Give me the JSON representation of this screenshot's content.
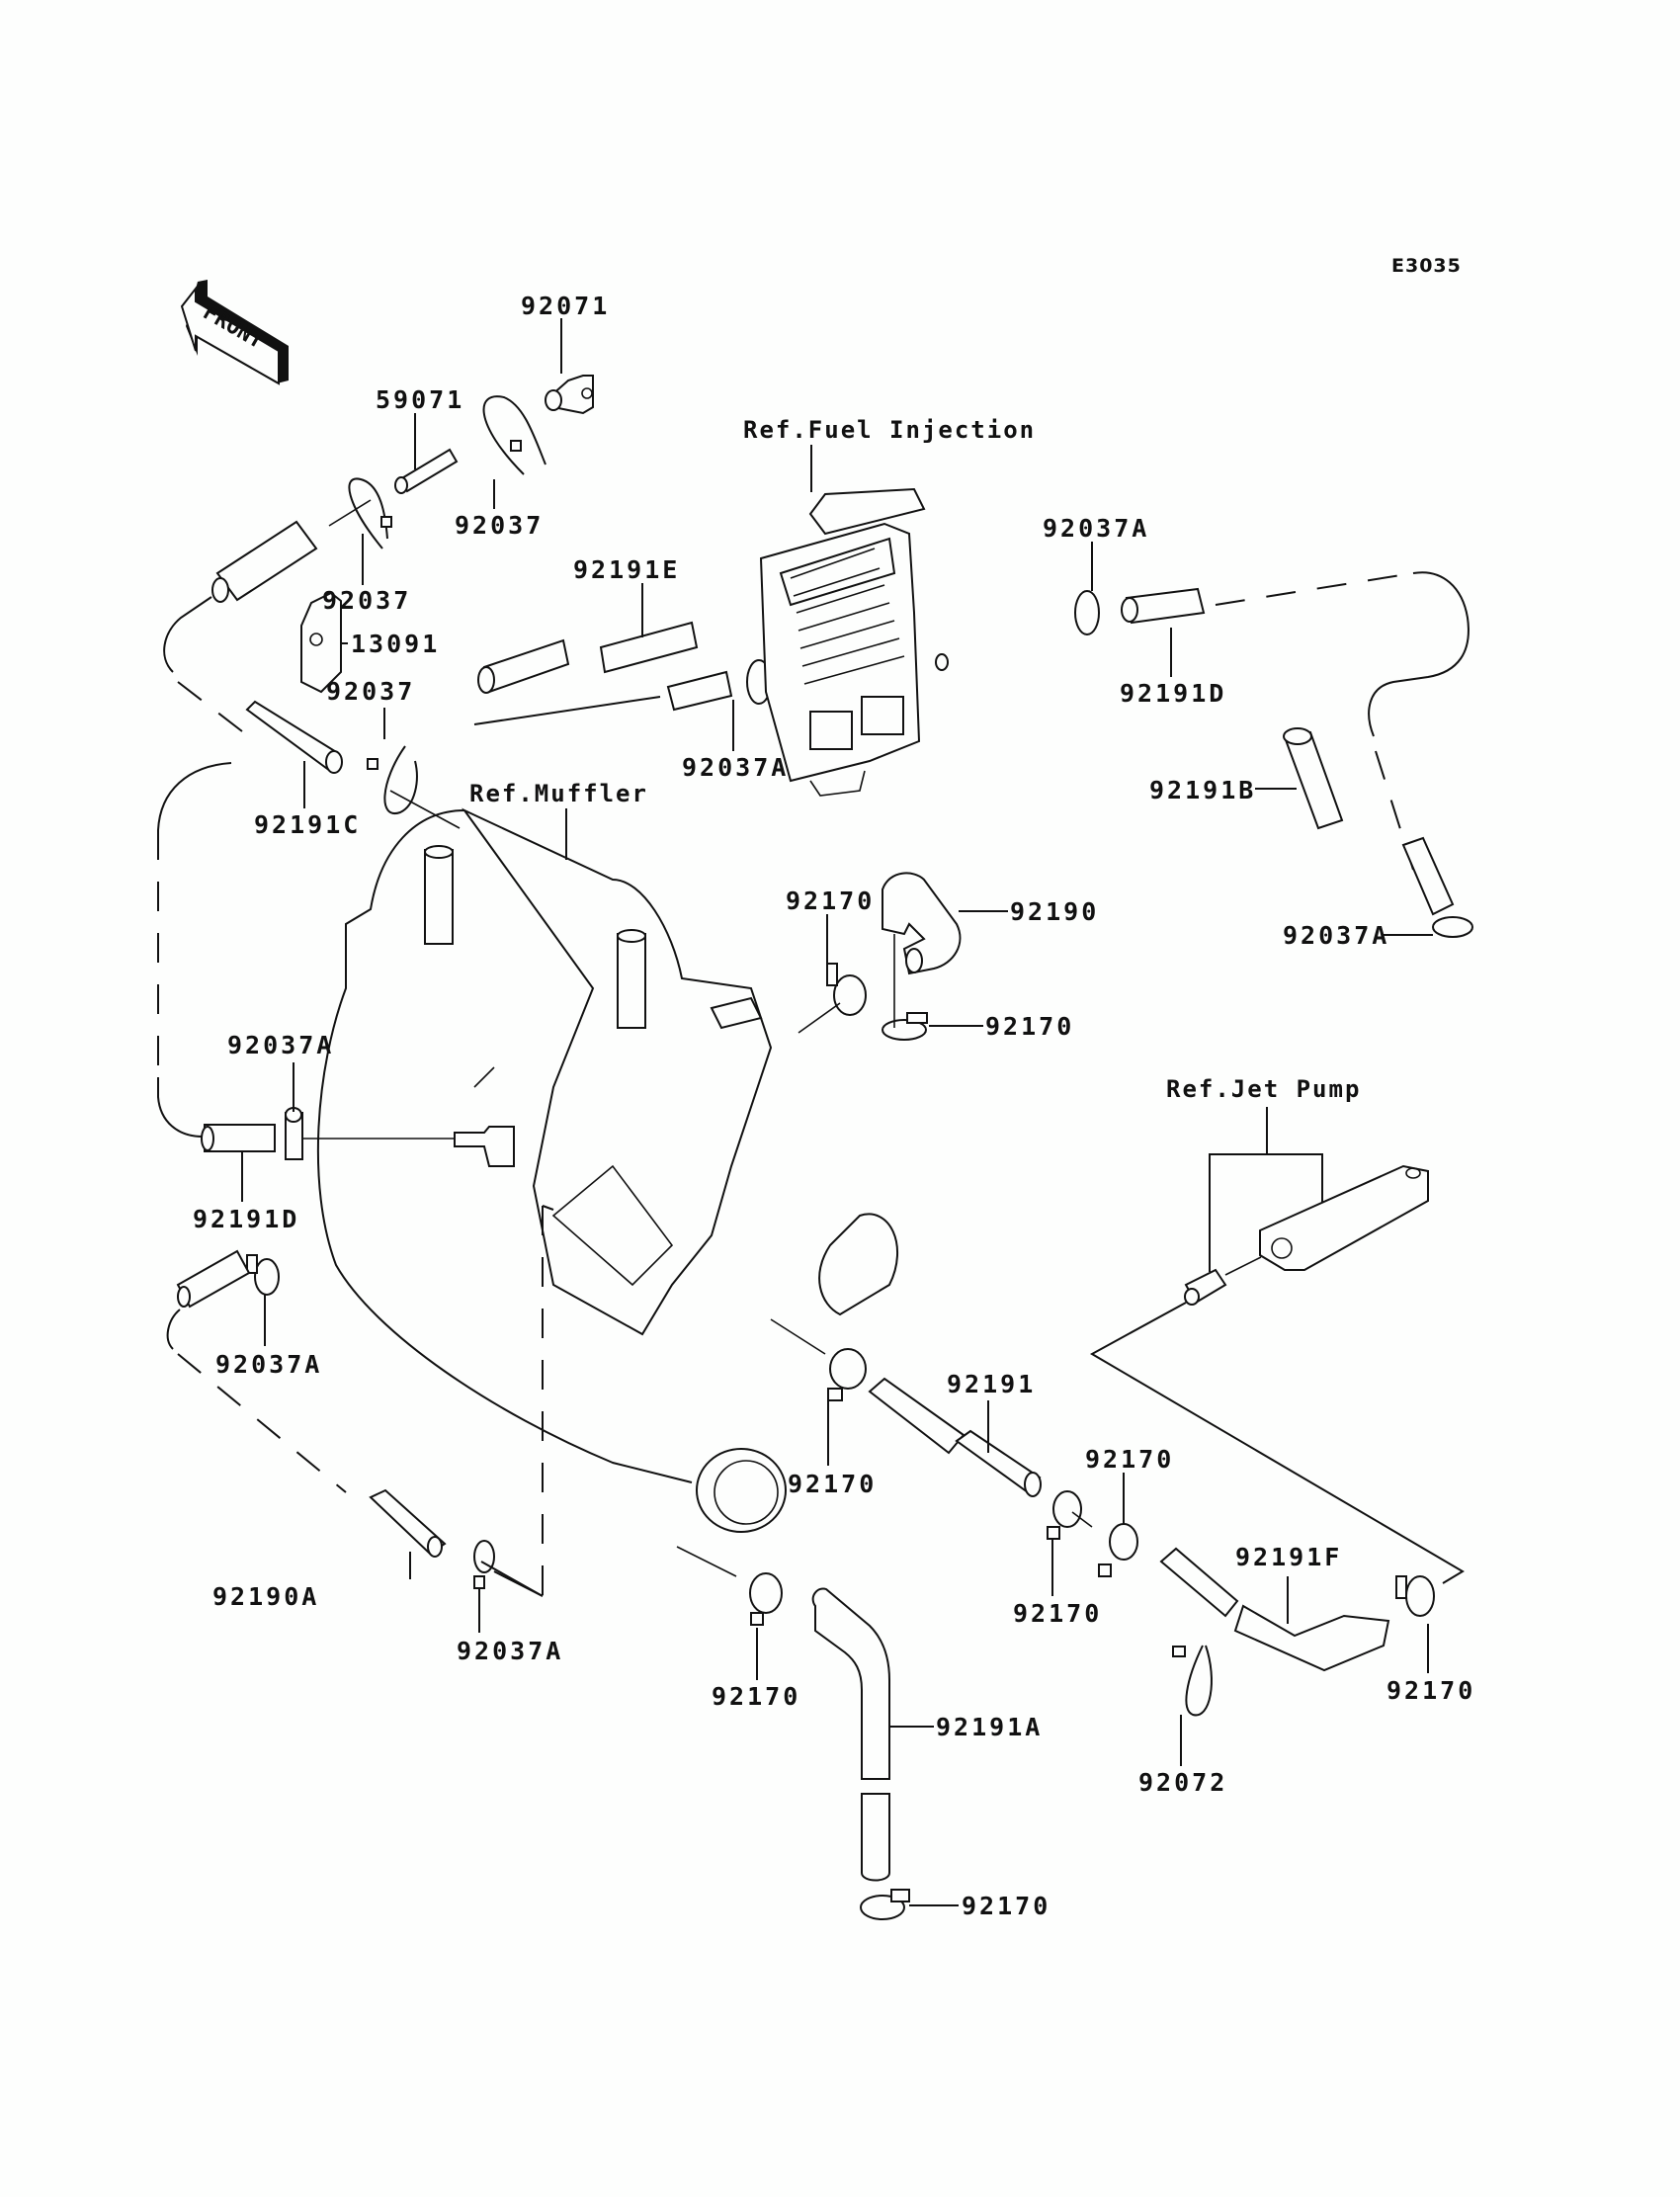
{
  "diagram": {
    "code": "E3035",
    "front_label": "FRONT",
    "references": {
      "fuel_injection": "Ref.Fuel Injection",
      "muffler": "Ref.Muffler",
      "jet_pump": "Ref.Jet Pump"
    },
    "callouts": [
      {
        "id": "c1",
        "part": "92071"
      },
      {
        "id": "c2",
        "part": "59071"
      },
      {
        "id": "c3",
        "part": "92037"
      },
      {
        "id": "c4",
        "part": "92037"
      },
      {
        "id": "c5",
        "part": "92037A"
      },
      {
        "id": "c6",
        "part": "92191D"
      },
      {
        "id": "c7",
        "part": "92191E"
      },
      {
        "id": "c8",
        "part": "13091"
      },
      {
        "id": "c9",
        "part": "92037"
      },
      {
        "id": "c10",
        "part": "92037A"
      },
      {
        "id": "c11",
        "part": "92191C"
      },
      {
        "id": "c12",
        "part": "92191B"
      },
      {
        "id": "c13",
        "part": "92037A"
      },
      {
        "id": "c14",
        "part": "92170"
      },
      {
        "id": "c15",
        "part": "92190"
      },
      {
        "id": "c16",
        "part": "92170"
      },
      {
        "id": "c17",
        "part": "92037A"
      },
      {
        "id": "c18",
        "part": "92191D"
      },
      {
        "id": "c19",
        "part": "92037A"
      },
      {
        "id": "c20",
        "part": "92191"
      },
      {
        "id": "c21",
        "part": "92170"
      },
      {
        "id": "c22",
        "part": "92170"
      },
      {
        "id": "c23",
        "part": "92170"
      },
      {
        "id": "c24",
        "part": "92191F"
      },
      {
        "id": "c25",
        "part": "92170"
      },
      {
        "id": "c26",
        "part": "92190A"
      },
      {
        "id": "c27",
        "part": "92037A"
      },
      {
        "id": "c28",
        "part": "92170"
      },
      {
        "id": "c29",
        "part": "92191A"
      },
      {
        "id": "c30",
        "part": "92072"
      },
      {
        "id": "c31",
        "part": "92170"
      }
    ]
  }
}
